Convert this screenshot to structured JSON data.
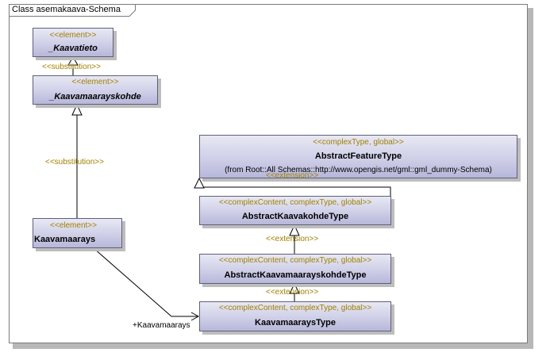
{
  "diagram": {
    "title": "Class asemakaava-Schema"
  },
  "classes": {
    "kaavatieto": {
      "stereotype": "<<element>>",
      "name": "_Kaavatieto"
    },
    "kaavamaarayskohde": {
      "stereotype": "<<element>>",
      "name": "_Kaavamaarayskohde"
    },
    "kaavamaarays": {
      "stereotype": "<<element>>",
      "name": "Kaavamaarays"
    },
    "abstract_feature_type": {
      "stereotype": "<<complexType, global>>",
      "name": "AbstractFeatureType",
      "from": "(from Root::All Schemas::http://www.opengis.net/gml::gml_dummy-Schema)"
    },
    "abstract_kaavakohde_type": {
      "stereotype": "<<complexContent, complexType, global>>",
      "name": "AbstractKaavakohdeType"
    },
    "abstract_kaavamaarayskohde_type": {
      "stereotype": "<<complexContent, complexType, global>>",
      "name": "AbstractKaavamaarayskohdeType"
    },
    "kaavamaarays_type": {
      "stereotype": "<<complexContent, complexType, global>>",
      "name": "KaavamaaraysType"
    }
  },
  "links": {
    "substitution_top": "<<substitution>>",
    "substitution_mid": "<<substitution>>",
    "extension_1": "<<extension>>",
    "extension_2": "<<extension>>",
    "extension_3": "<<extension>>",
    "association_role": "+Kaavamaarays"
  }
}
